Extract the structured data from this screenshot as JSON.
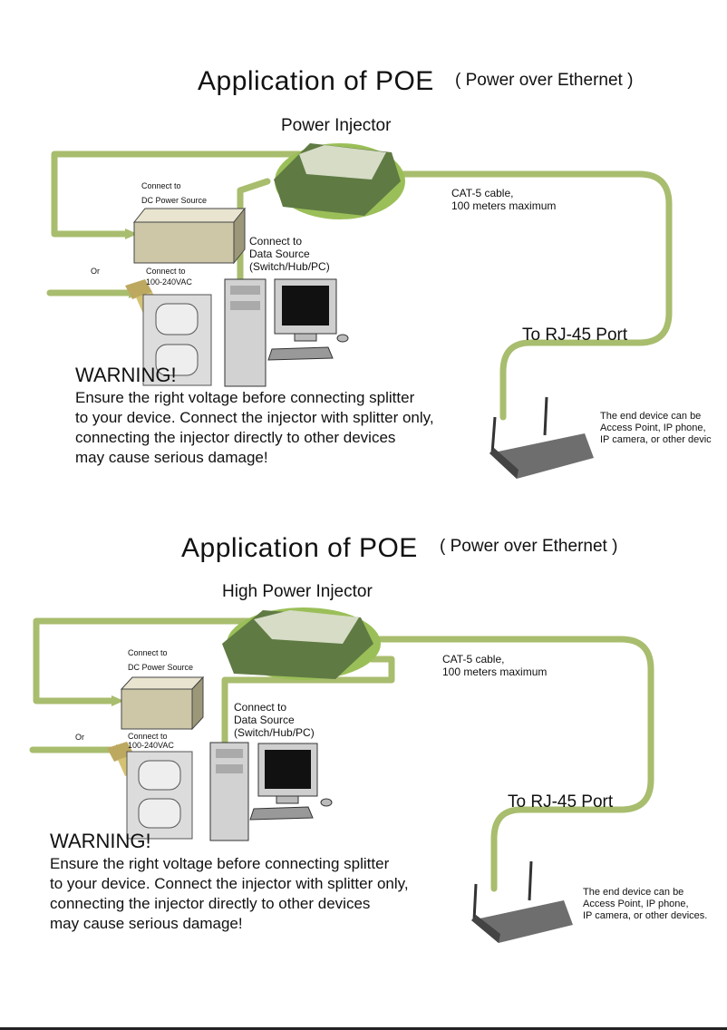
{
  "colors": {
    "cable": "#a8bd6e",
    "injector_dark": "#5f7a43",
    "injector_light": "#d6dcc6",
    "accent": "#9bbf58"
  },
  "icons": [
    "power-injector-icon",
    "dc-power-supply-icon",
    "ac-outlet-icon",
    "plug-icon",
    "pc-tower-icon",
    "monitor-icon",
    "keyboard-icon",
    "mouse-icon",
    "router-icon"
  ],
  "panels": [
    {
      "title": "Application of  POE",
      "title_sub": "( Power over Ethernet )",
      "injector_label": "Power Injector",
      "dc_label_1": "Connect to",
      "dc_label_2": "DC Power Source",
      "or_label": "Or",
      "ac_label_1": "Connect to",
      "ac_label_2": "100-240VAC",
      "data_label_1": "Connect to",
      "data_label_2": "Data Source",
      "data_label_3": "(Switch/Hub/PC)",
      "cable_label_1": "CAT-5 cable,",
      "cable_label_2": "100 meters maximum",
      "port_label": "To RJ-45 Port",
      "warning_title": "WARNING!",
      "warning_1": "Ensure the right voltage before connecting splitter",
      "warning_2": "to your device. Connect the injector with splitter only,",
      "warning_3": "connecting the injector directly to other devices",
      "warning_4": "may cause serious damage!",
      "end_1": "The end device can be",
      "end_2": "Access Point, IP phone,",
      "end_3": "IP camera, or other devic"
    },
    {
      "title": "Application of  POE",
      "title_sub": "( Power over Ethernet )",
      "injector_label": "High  Power Injector",
      "dc_label_1": "Connect to",
      "dc_label_2": "DC Power Source",
      "or_label": "Or",
      "ac_label_1": "Connect to",
      "ac_label_2": "100-240VAC",
      "data_label_1": "Connect to",
      "data_label_2": "Data Source",
      "data_label_3": "(Switch/Hub/PC)",
      "cable_label_1": "CAT-5 cable,",
      "cable_label_2": "100 meters maximum",
      "port_label": "To RJ-45 Port",
      "warning_title": "WARNING!",
      "warning_1": "Ensure the right voltage before connecting splitter",
      "warning_2": "to your device. Connect the injector with splitter only,",
      "warning_3": "connecting the injector directly to other devices",
      "warning_4": "may cause serious damage!",
      "end_1": "The end device can be",
      "end_2": "Access Point, IP phone,",
      "end_3": "IP camera, or other devices."
    }
  ]
}
